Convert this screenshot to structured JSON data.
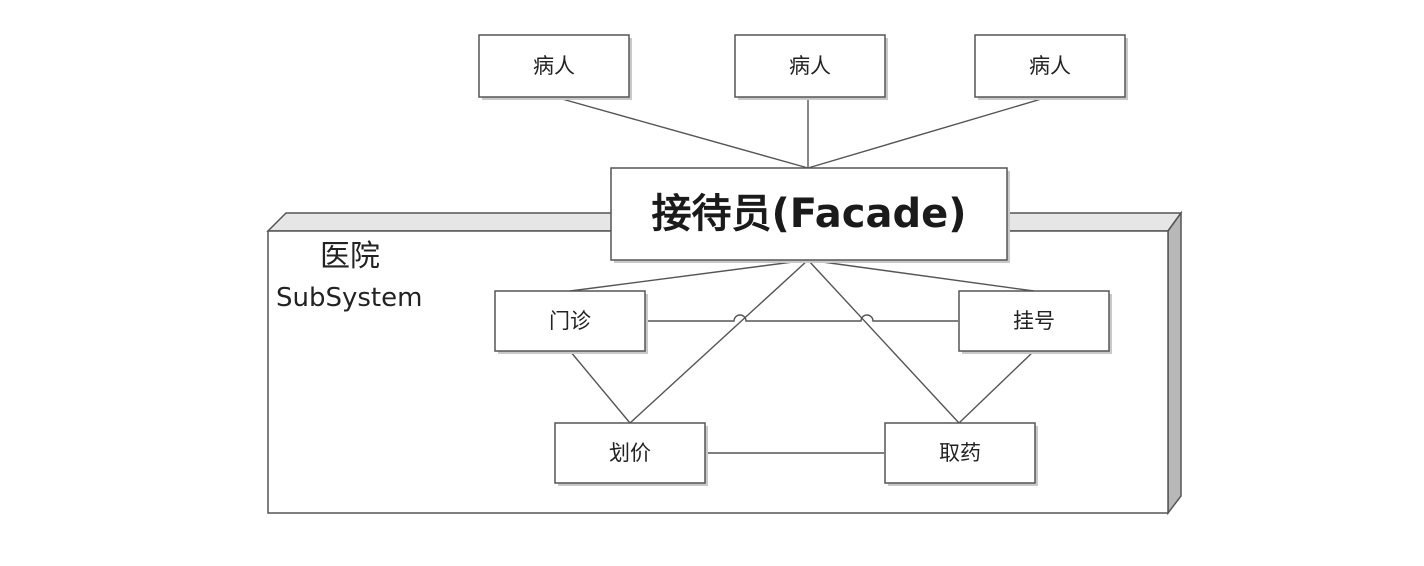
{
  "subsystem": {
    "name": "医院",
    "subtitle": "SubSystem"
  },
  "facade": {
    "label": "接待员(Facade)"
  },
  "patients": [
    {
      "label": "病人"
    },
    {
      "label": "病人"
    },
    {
      "label": "病人"
    }
  ],
  "departments": {
    "outpatient": "门诊",
    "registration": "挂号",
    "pricing": "划价",
    "pharmacy": "取药"
  },
  "colors": {
    "stroke": "#555555",
    "box_fill": "#ffffff",
    "node_frame": "#e6e6e6",
    "node_side": "#b8b8b8"
  }
}
